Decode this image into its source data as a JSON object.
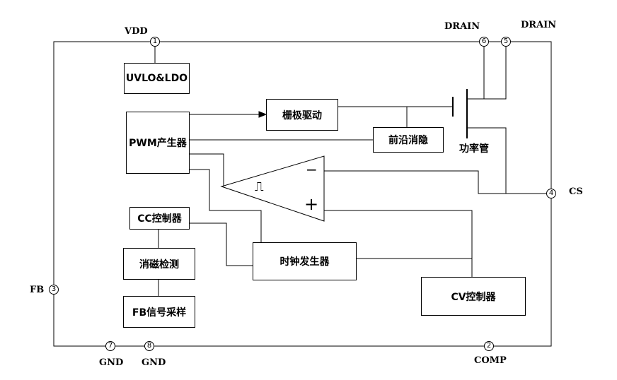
{
  "pins": {
    "vdd": {
      "number": "1",
      "label": "VDD"
    },
    "drain6": {
      "number": "6",
      "label": "DRAIN"
    },
    "drain5": {
      "number": "5",
      "label": "DRAIN"
    },
    "cs": {
      "number": "4",
      "label": "CS"
    },
    "fb": {
      "number": "3",
      "label": "FB"
    },
    "gnd7": {
      "number": "7",
      "label": "GND"
    },
    "gnd8": {
      "number": "8",
      "label": "GND"
    },
    "comp": {
      "number": "2",
      "label": "COMP"
    }
  },
  "blocks": {
    "uvlo_ldo": "UVLO&LDO",
    "gate_drive": "栅极驱动",
    "leading_edge_blanking": "前沿消隐",
    "pwm_generator": "PWM产生器",
    "cc_controller": "CC控制器",
    "demag_detect": "消磁检测",
    "fb_sampling": "FB信号采样",
    "clock_generator": "时钟发生器",
    "cv_controller": "CV控制器"
  },
  "labels": {
    "power_mosfet": "功率管"
  },
  "comparator": {
    "minus_sign": "−",
    "plus_sign": "+",
    "hysteresis_symbol": "⎍"
  }
}
